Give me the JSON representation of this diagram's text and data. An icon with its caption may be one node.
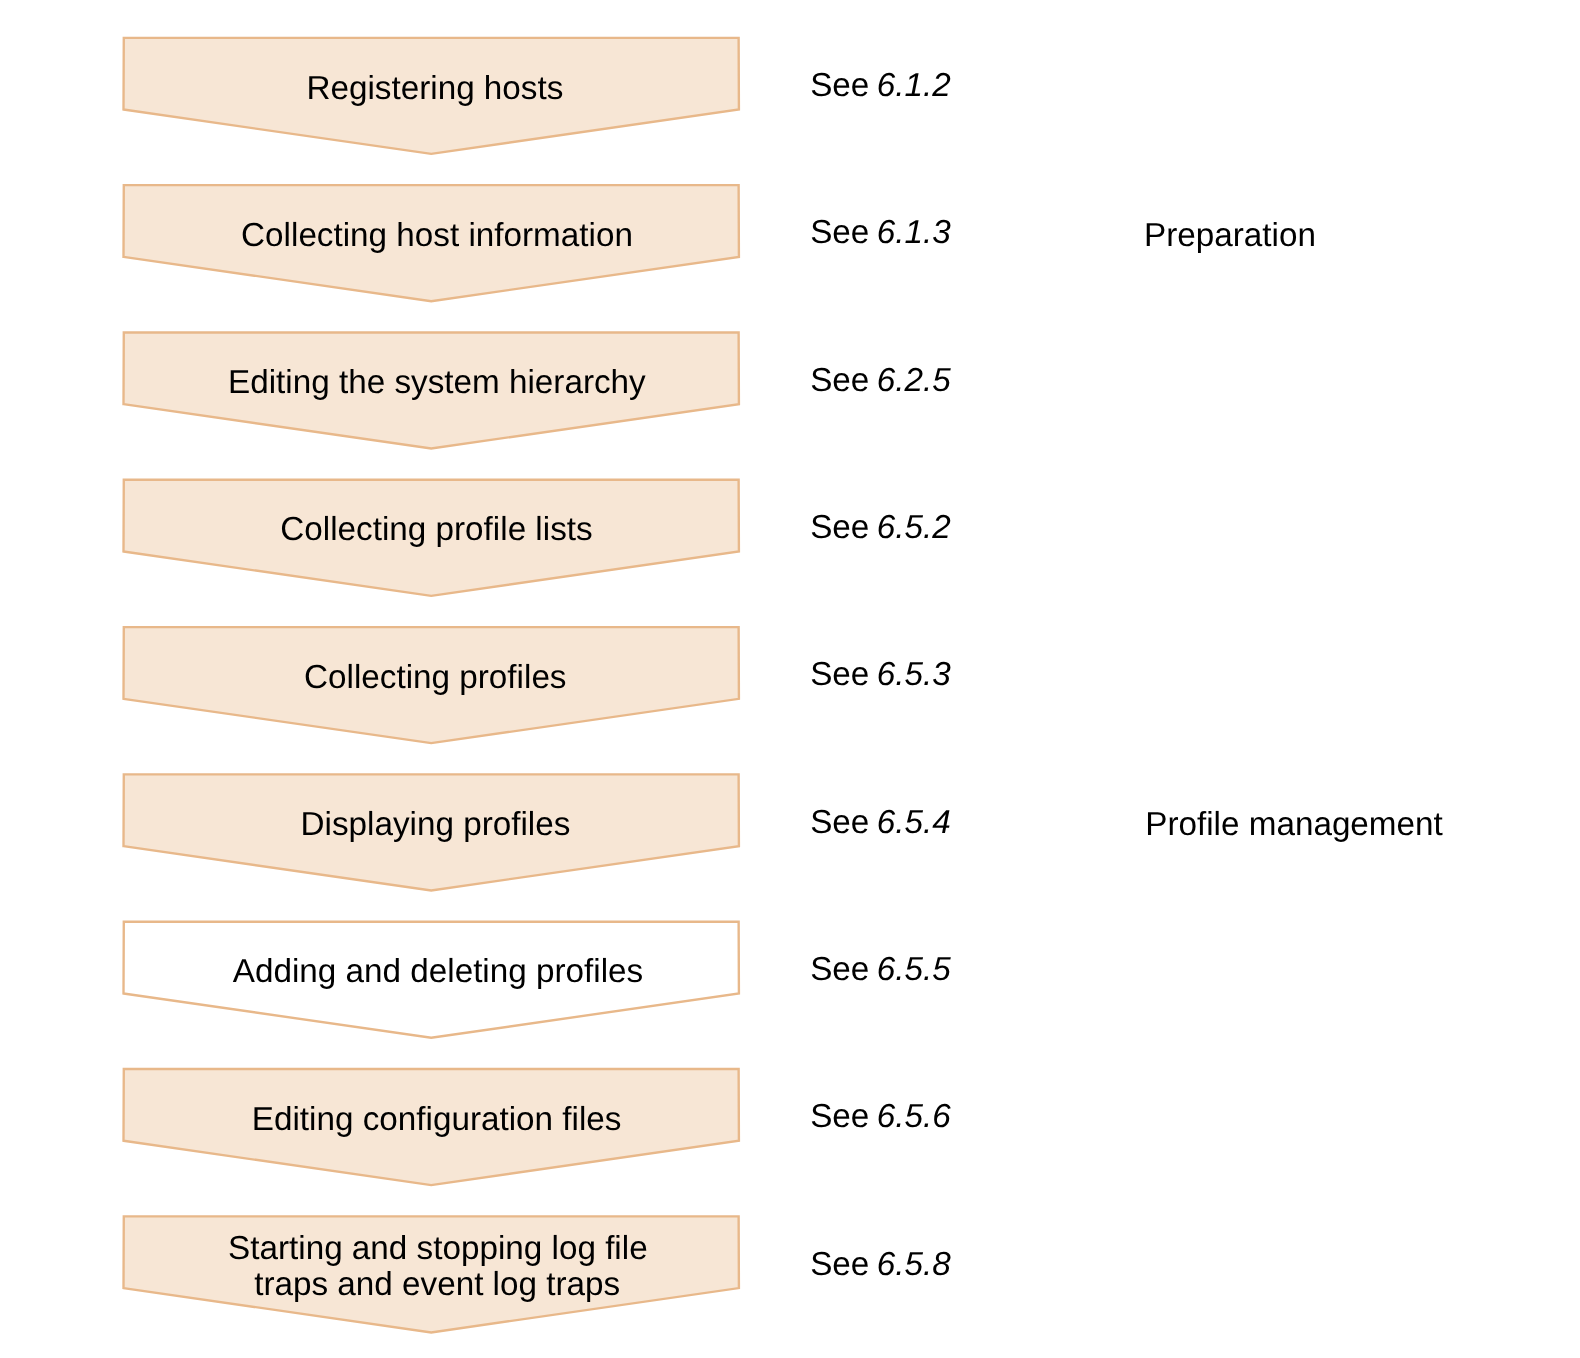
{
  "diagram": {
    "nodes": [
      {
        "text": [
          "Registering hosts"
        ],
        "beside": [
          "See *6.1.2*"
        ]
      },
      {
        "text": [
          "Collecting host information"
        ],
        "beside": [
          "See *6.1.3*"
        ]
      },
      {
        "text": [
          "Editing the system hierarchy"
        ],
        "beside": [
          "See *6.2.5*"
        ]
      },
      {
        "text": [
          "Collecting profile lists"
        ],
        "beside": [
          "See *6.5.2*"
        ]
      },
      {
        "text": [
          "Collecting profiles"
        ],
        "beside": [
          "See *6.5.3*"
        ]
      },
      {
        "text": [
          "Displaying profiles"
        ],
        "beside": [
          "See *6.5.4*"
        ]
      },
      {
        "text": [
          "Adding and deleting profiles"
        ],
        "beside": [
          "See *6.5.5*"
        ]
      },
      {
        "text": [
          "Editing configuration files"
        ],
        "beside": [
          "See *6.5.6*"
        ]
      },
      {
        "text": [
          "Starting and stopping log file traps and event log traps"
        ],
        "beside": [
          "See *6.5.8*"
        ]
      }
    ],
    "labels": [
      "Preparation",
      "Profile management"
    ]
  }
}
